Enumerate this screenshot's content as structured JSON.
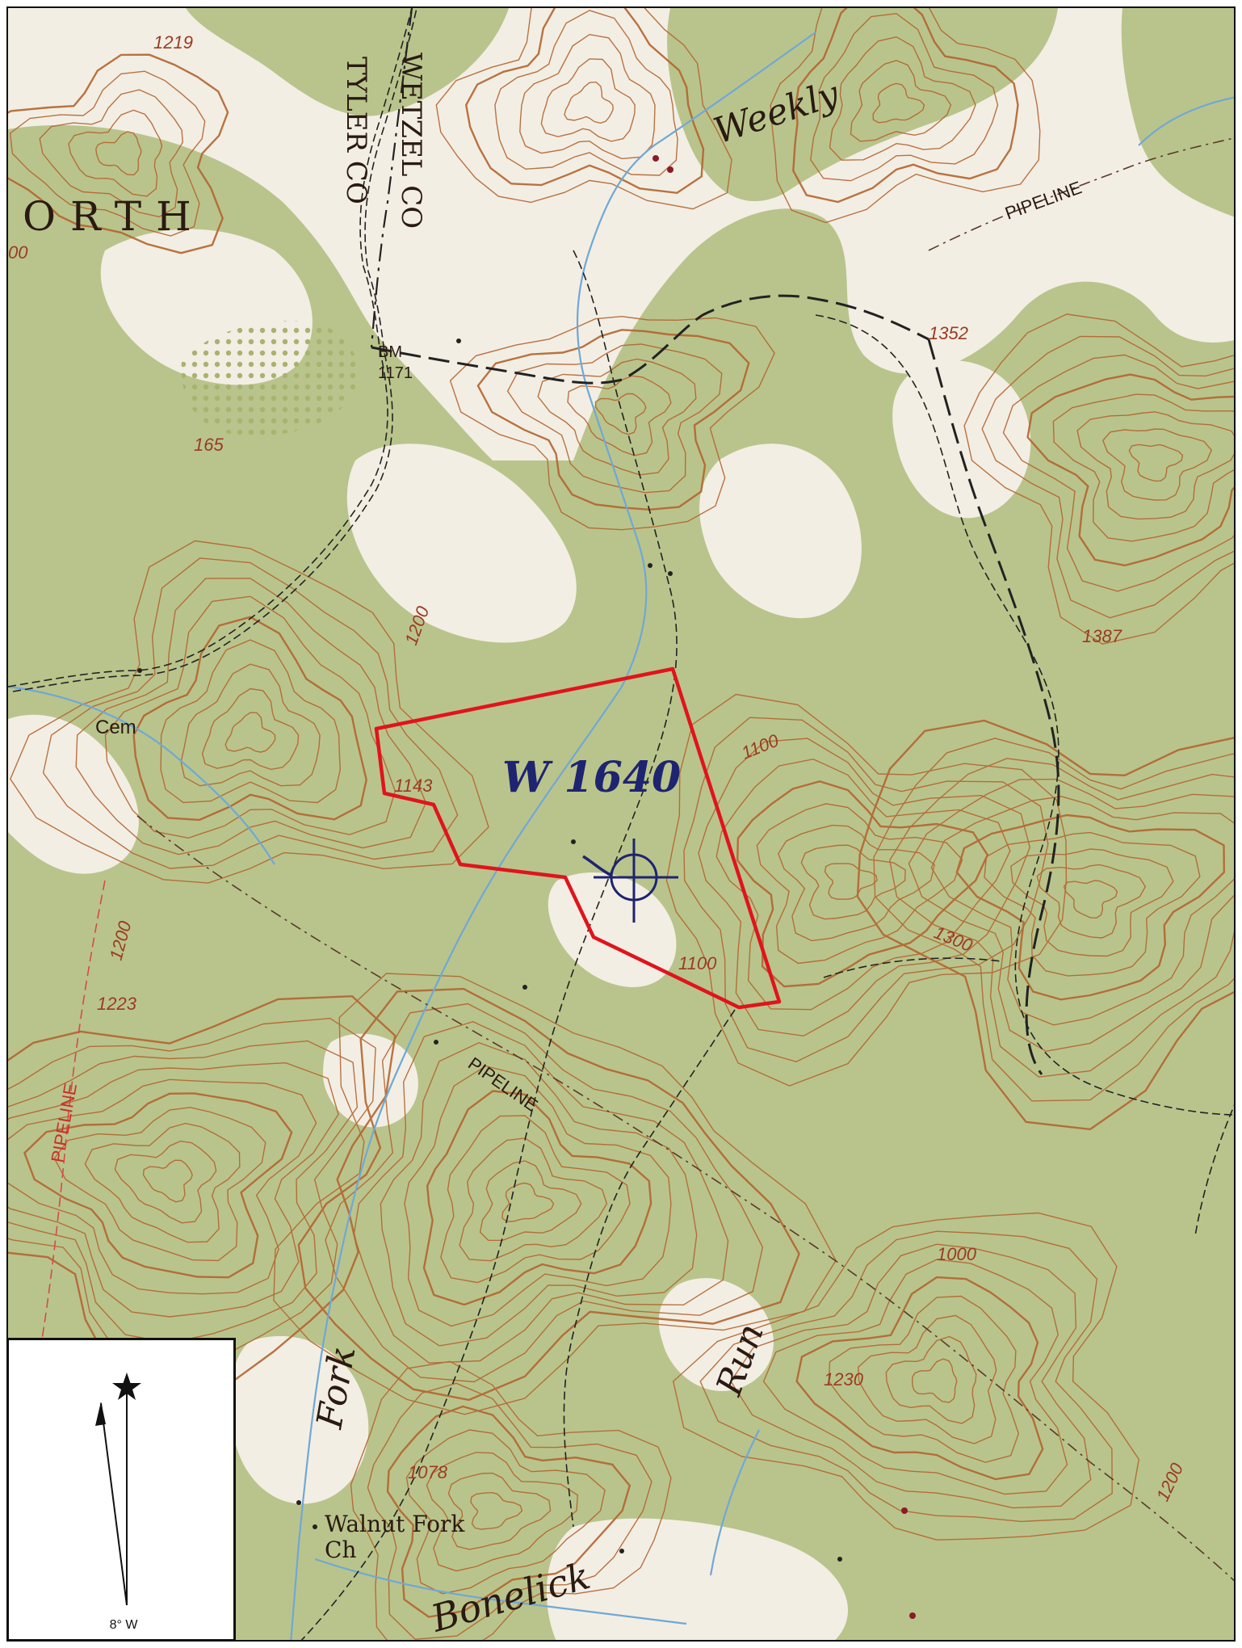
{
  "map": {
    "well_label": "W 1640",
    "place_labels": {
      "orth": "ORTH",
      "wetzel_co": "WETZEL CO",
      "tyler_co": "TYLER CO",
      "bm": "BM",
      "bm_elev": "1171",
      "cem": "Cem",
      "walnut_fork_ch_1": "Walnut Fork",
      "walnut_fork_ch_2": "Ch"
    },
    "stream_labels": {
      "weekly": "Weekly",
      "fork": "Fork",
      "run": "Run",
      "bonelick": "Bonelick"
    },
    "pipeline_labels": [
      "PIPELINE",
      "PIPELINE",
      "PIPELINE"
    ],
    "elevations": [
      "1219",
      "165",
      "1200",
      "1143",
      "1100",
      "1100",
      "1352",
      "1387",
      "1300",
      "1223",
      "1200",
      "1000",
      "1230",
      "1078",
      "1200",
      "00"
    ]
  },
  "north_arrow": {
    "declination_label": "8° W"
  },
  "colors": {
    "forest": "#b9c48c",
    "clearing": "#f3eee4",
    "contour": "#b3652f",
    "contour_light": "#e6a18a",
    "permit_boundary": "#e0141c",
    "well_symbol": "#1e2470",
    "stream": "#6fa8d6",
    "road": "#222222"
  }
}
